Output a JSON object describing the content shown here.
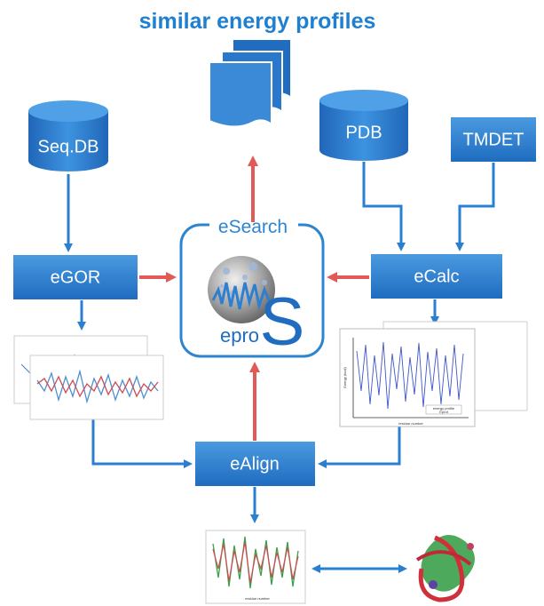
{
  "title": "similar energy profiles",
  "center": {
    "label": "eSearch",
    "logo_small": "epro",
    "logo_big": "S"
  },
  "nodes": {
    "seqdb": "Seq.DB",
    "pdb": "PDB",
    "tmdet": "TMDET",
    "egor": "eGOR",
    "ecalc": "eCalc",
    "ealign": "eAlign"
  },
  "chart_labels": {
    "energy_axis": "Energy (kcal)",
    "residue_axis": "residue number",
    "legend_energy_profile": "energy profile",
    "legend_eprof": "Eprof"
  },
  "colors": {
    "box_blue": "#2e7fcf",
    "arrow_blue": "#2a7fd0",
    "arrow_red": "#e05a58",
    "title_blue": "#1f7fd0"
  },
  "icons": {
    "document_stack": "document-stack-icon",
    "protein_structure": "protein-structure-icon"
  }
}
